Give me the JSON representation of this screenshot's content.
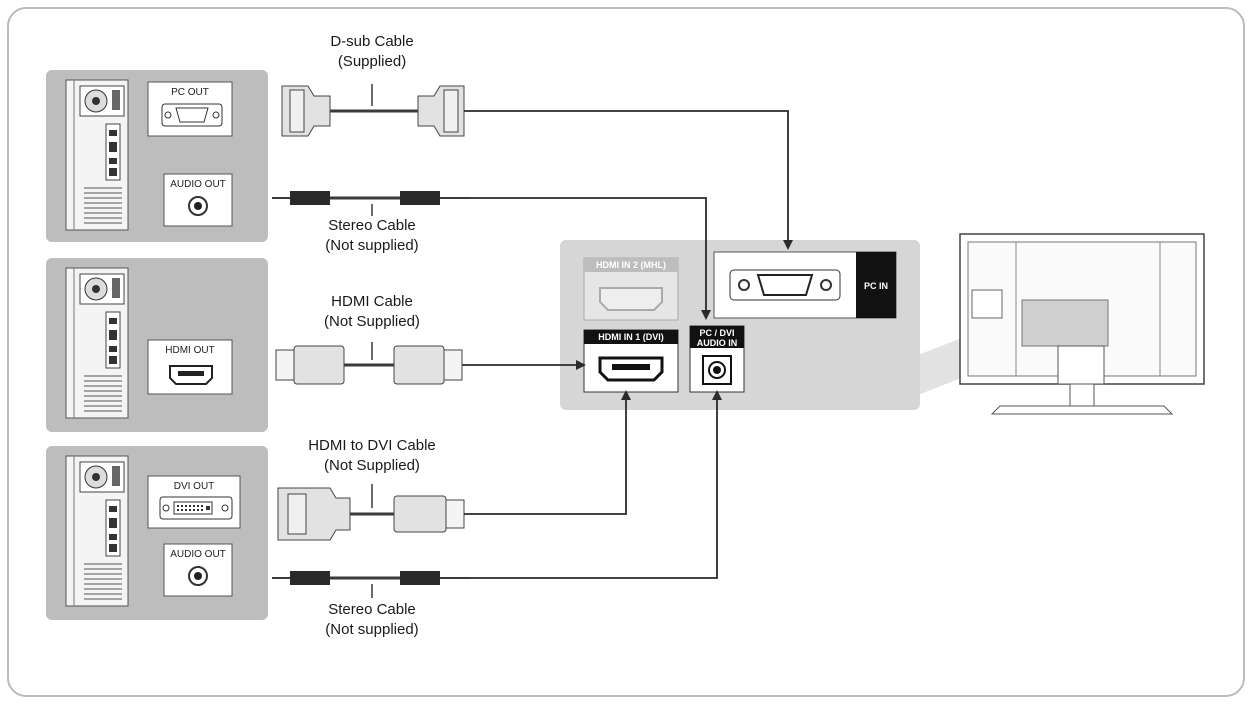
{
  "cables": {
    "dsub": {
      "line1": "D-sub Cable",
      "line2": "(Supplied)"
    },
    "stereo_top": {
      "line1": "Stereo Cable",
      "line2": "(Not supplied)"
    },
    "hdmi": {
      "line1": "HDMI Cable",
      "line2": "(Not Supplied)"
    },
    "hdmi_dvi": {
      "line1": "HDMI to DVI Cable",
      "line2": "(Not Supplied)"
    },
    "stereo_bottom": {
      "line1": "Stereo Cable",
      "line2": "(Not supplied)"
    }
  },
  "pc_ports": {
    "pc_out": "PC OUT",
    "audio_out_top": "AUDIO OUT",
    "hdmi_out": "HDMI OUT",
    "dvi_out": "DVI OUT",
    "audio_out_bottom": "AUDIO OUT"
  },
  "tv_ports": {
    "hdmi_in_2": "HDMI IN 2 (MHL)",
    "hdmi_in_1": "HDMI IN 1 (DVI)",
    "pc_dvi_audio_line1": "PC / DVI",
    "pc_dvi_audio_line2": "AUDIO IN",
    "pc_in": "PC IN"
  },
  "icons": [
    "pc-tower-icon",
    "vga-port-icon",
    "hdmi-port-icon",
    "dvi-port-icon",
    "audio-jack-icon",
    "monitor-icon"
  ],
  "colors": {
    "panel": "#bdbdbd",
    "tv_panel": "#d6d6d6",
    "cable": "#3a3a3a",
    "connector": "#e2e2e2",
    "border": "#bcbcbc"
  }
}
